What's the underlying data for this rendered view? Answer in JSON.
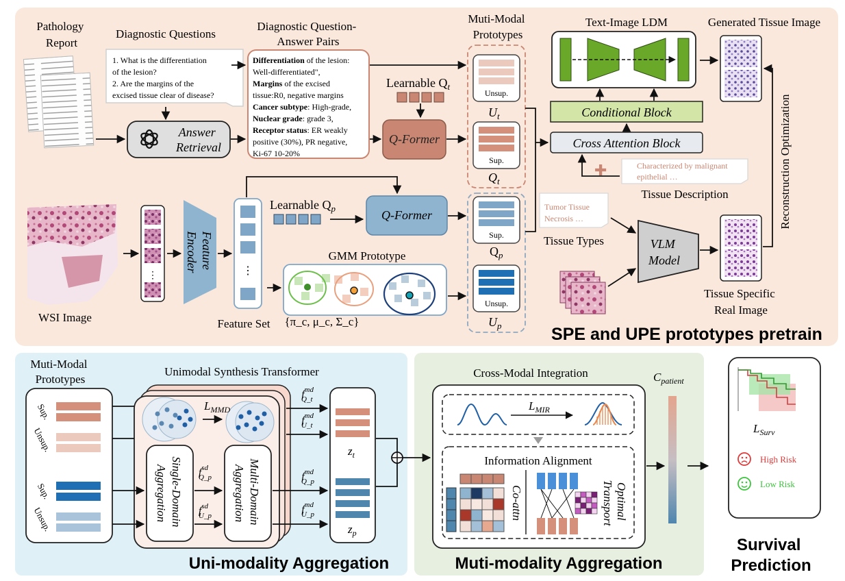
{
  "top": {
    "pathology_report": [
      "Pathology",
      "Report"
    ],
    "diagnostic_questions": "Diagnostic Questions",
    "questions": [
      "1. What is the differentiation",
      "of the lesion?",
      "2. Are the margins of the",
      "excised tissue clear of disease?"
    ],
    "answer_retrieval": [
      "Answer",
      "Retrieval"
    ],
    "qa_pairs_title": [
      "Diagnostic Question-",
      "Answer Pairs"
    ],
    "qa_pairs": [
      {
        "bold": "Differentiation",
        "rest": " of the lesion:"
      },
      {
        "bold": "",
        "rest": "Well-differentiated\","
      },
      {
        "bold": "Margins",
        "rest": " of the excised"
      },
      {
        "bold": "",
        "rest": "tissue:R0, negative margins"
      },
      {
        "bold": "Cancer subtype",
        "rest": ": High-grade,"
      },
      {
        "bold": "Nuclear grade",
        "rest": ": grade 3,"
      },
      {
        "bold": "Receptor status",
        "rest": ": ER weakly"
      },
      {
        "bold": "",
        "rest": "positive (30%), PR negative,"
      },
      {
        "bold": "",
        "rest": "Ki-67 10-20%"
      }
    ],
    "learnable_qt": "Learnable Q",
    "qt_sub": "t",
    "q_former_text": "Q-Former",
    "mm_prototypes_title": [
      "Muti-Modal",
      "Prototypes"
    ],
    "unsup": "Unsup.",
    "sup": "Sup.",
    "ut": "U",
    "ut_sub": "t",
    "qt": "Q",
    "text_image_ldm": "Text-Image LDM",
    "generated_tissue": "Generated Tissue Image",
    "conditional_block": "Conditional Block",
    "cross_attention_block": "Cross Attention Block",
    "tissue_desc_box": [
      "Characterized by malignant",
      "epithelial …"
    ],
    "tissue_description": "Tissue Description",
    "tissue_types_box": [
      "Tumor Tissue",
      "Necrosis …"
    ],
    "tissue_types": "Tissue Types",
    "vlm": [
      "VLM",
      "Model"
    ],
    "tissue_specific": [
      "Tissue Specific",
      "Real Image"
    ],
    "reconstruction": "Reconstruction Optimization",
    "wsi_image": "WSI Image",
    "feature_encoder": [
      "Feature",
      "Encoder"
    ],
    "feature_set": "Feature Set",
    "learnable_qp": "Learnable Q",
    "qp_sub": "p",
    "q_former_wsi": "Q-Former",
    "gmm_prototype": "GMM Prototype",
    "gmm_params": "{π_c, μ_c, Σ_c}",
    "qp": "Q",
    "up": "U",
    "p_sub": "p",
    "banner": "SPE and UPE prototypes pretrain",
    "dots": "⋮"
  },
  "bottom_left": {
    "prototypes_title": [
      "Muti-Modal",
      "Prototypes"
    ],
    "sup": "Sup.",
    "unsup": "Unsup.",
    "ust_title": "Unimodal Synthesis Transformer",
    "l_mmd": "L",
    "l_mmd_sub": "MMD",
    "single_domain": [
      "Single-Domain",
      "Aggregation"
    ],
    "multi_domain": [
      "Multi-Domain",
      "Aggregation"
    ],
    "f_sd_qp": "f",
    "f_sd_up": "f",
    "sd": "sd",
    "md": "md",
    "f_md_qt": "f",
    "f_md_ut": "f",
    "f_md_qp": "f",
    "f_md_up": "f",
    "sub_qt": "Q_t",
    "sub_ut": "U_t",
    "sub_qp": "Q_p",
    "sub_up": "U_p",
    "zt": "z",
    "zt_sub": "t",
    "zp": "z",
    "zp_sub": "p",
    "banner": "Uni-modality Aggregation"
  },
  "bottom_mid": {
    "title": "Cross-Modal Integration",
    "l_mir": "L",
    "l_mir_sub": "MIR",
    "info_alignment": "Information Alignment",
    "co_attn": "Co-attn",
    "optimal_transport": [
      "Optimal",
      "Transport"
    ],
    "c_patient": "C",
    "c_patient_sub": "patient",
    "banner": "Muti-modality Aggregation"
  },
  "bottom_right": {
    "l_surv": "L",
    "l_surv_sub": "Surv",
    "high_risk": "High Risk",
    "low_risk": "Low Risk",
    "banner": [
      "Survival",
      "Prediction"
    ]
  },
  "colors": {
    "top_panel": "#fbe8dc",
    "bottom_left_panel": "#dff0f7",
    "bottom_mid_panel": "#e6efe0",
    "text_proto": "#d4907a",
    "text_proto_light": "#ecc9bd",
    "path_proto": "#1f6fb5",
    "path_proto_light": "#a9c3da",
    "qformer_text": "#c98773",
    "qformer_path": "#8fb4cf",
    "ldm_green": "#6aa82a",
    "cond_block": "#d3e6a7",
    "high_risk": "#e03a3a",
    "low_risk": "#3cc43c"
  }
}
